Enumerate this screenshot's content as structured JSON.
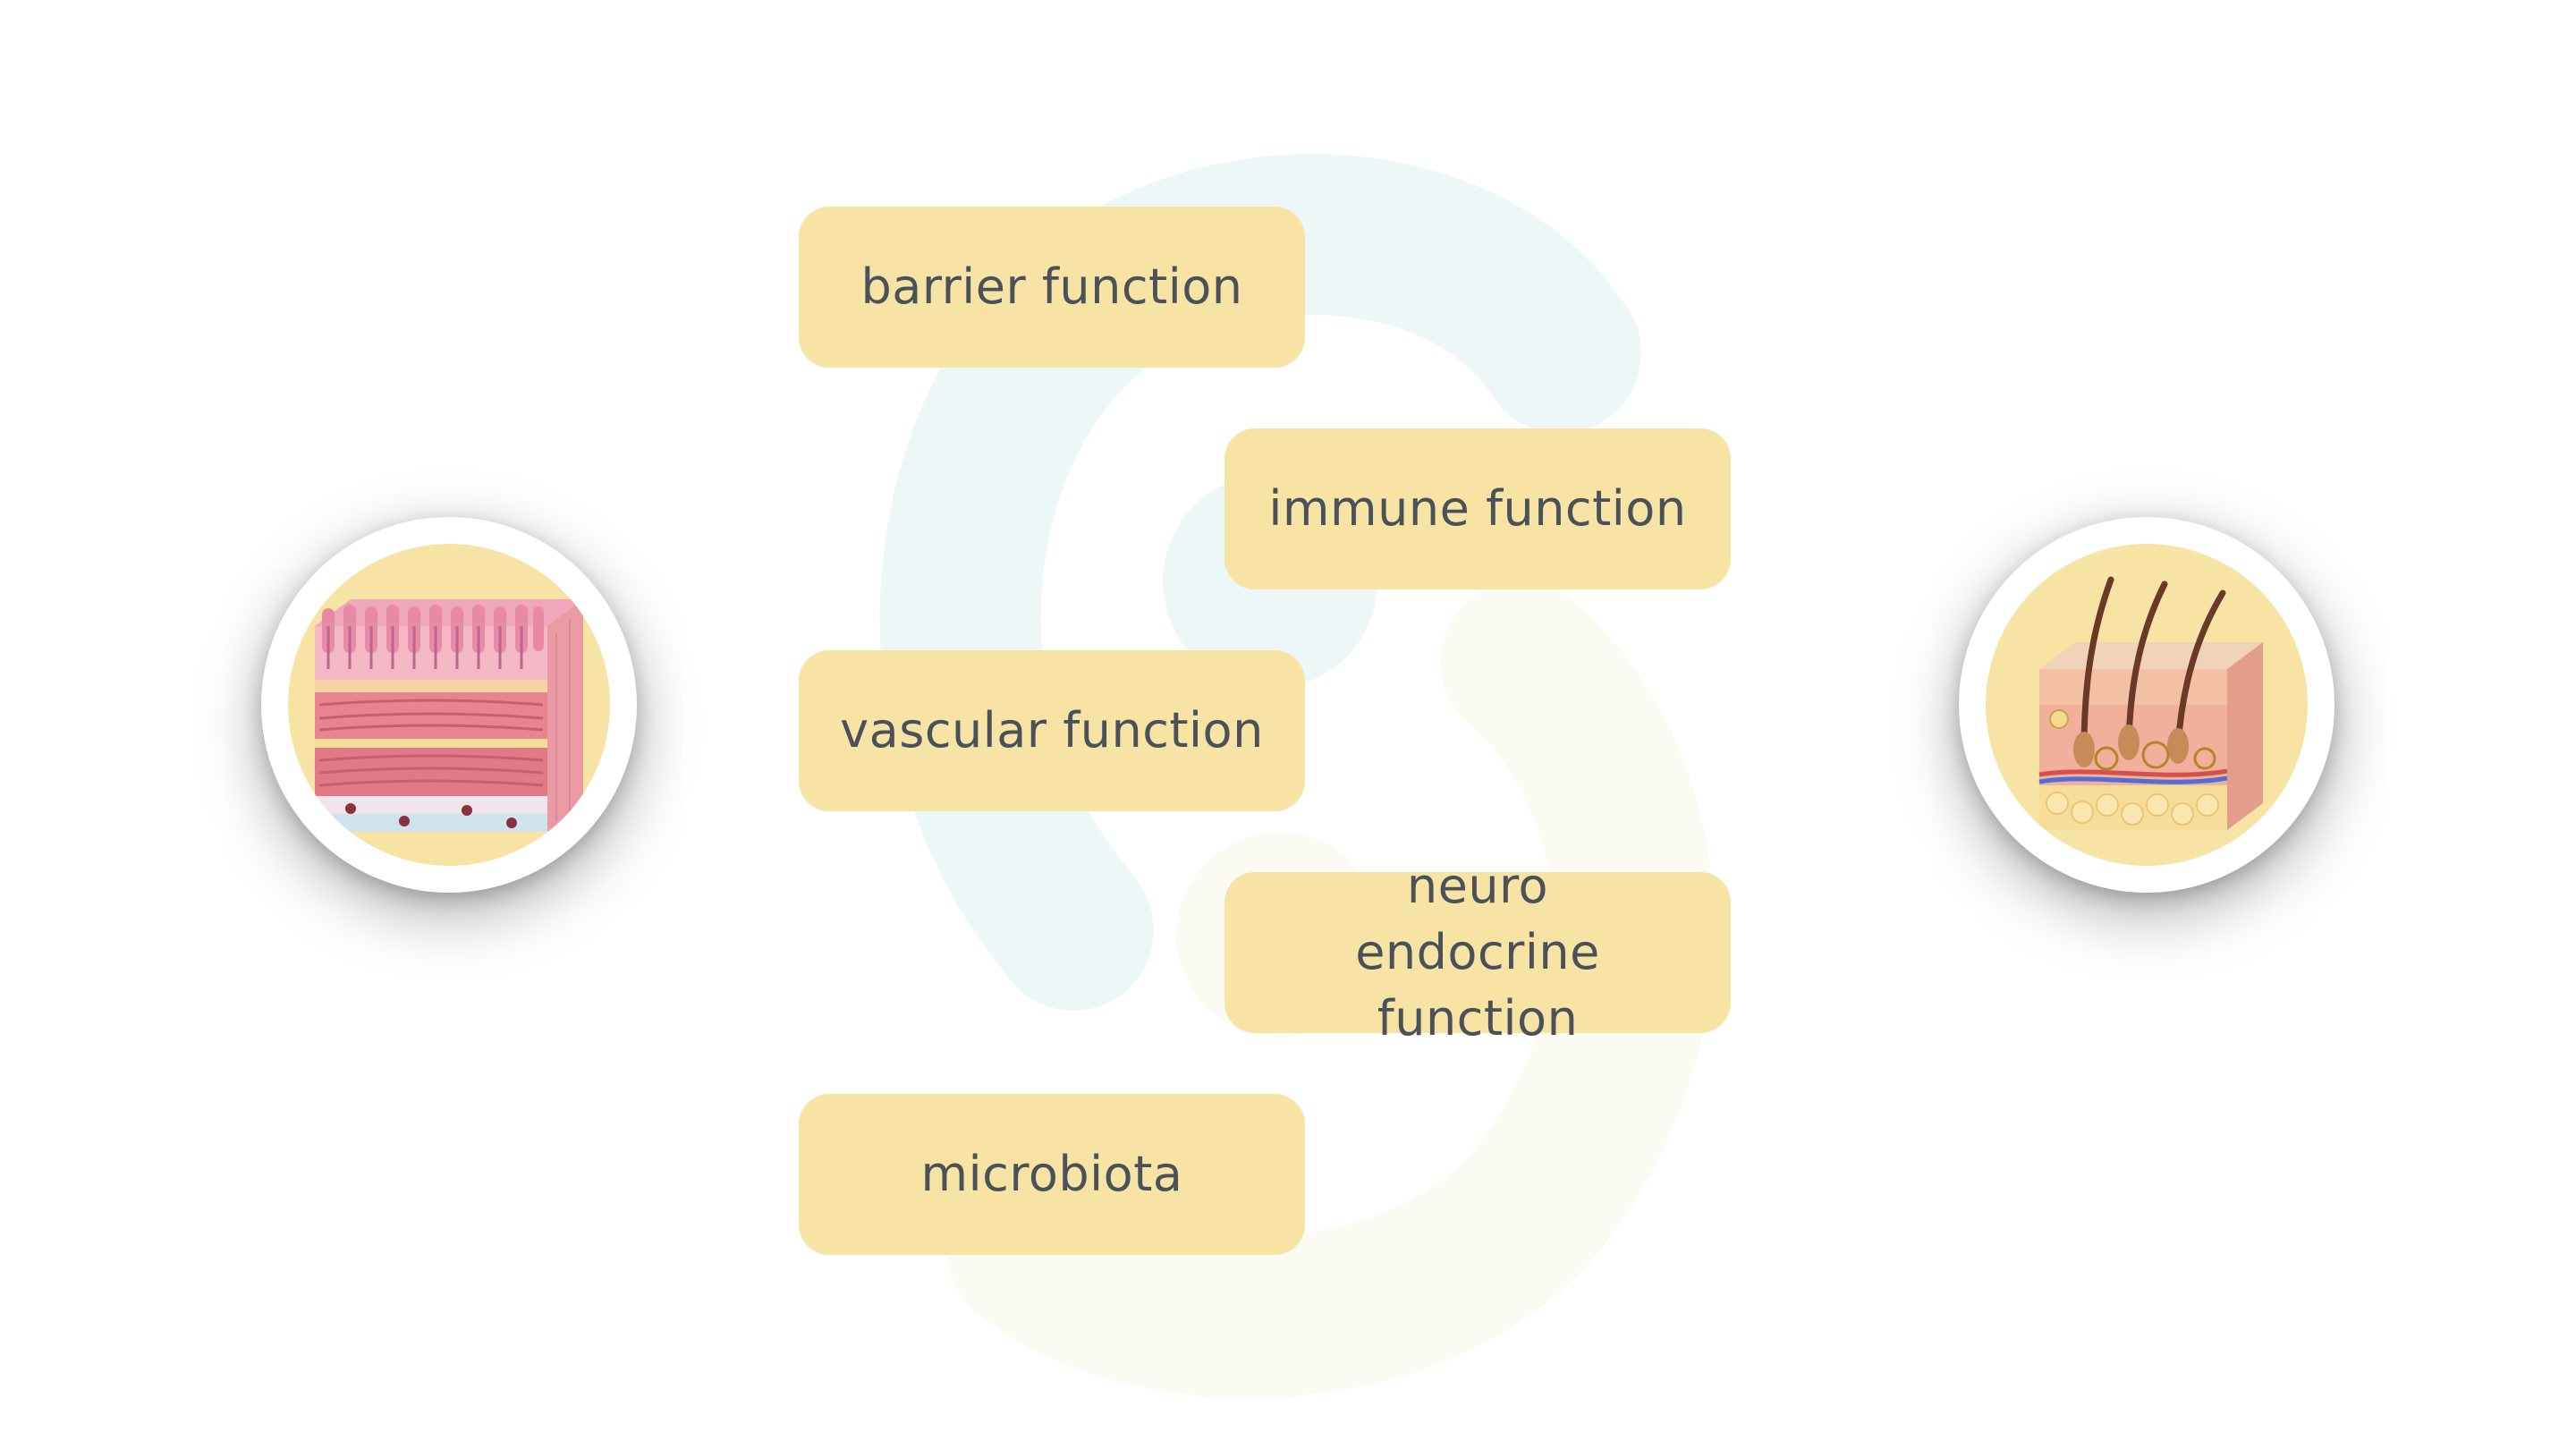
{
  "colors": {
    "pill_fill": "#f7e3a4",
    "pill_text": "#4a5159",
    "circle_fill": "#f7e3a4",
    "watermark_blue": "#eef7f8",
    "watermark_cream": "#fbfbf3"
  },
  "functions": [
    {
      "label": "barrier function"
    },
    {
      "label": "immune function"
    },
    {
      "label": "vascular function"
    },
    {
      "label": "neuro endocrine function"
    },
    {
      "label": "microbiota"
    }
  ],
  "illustrations": {
    "left": {
      "icon": "gut-tissue-cross-section-icon"
    },
    "right": {
      "icon": "skin-tissue-cross-section-icon"
    }
  }
}
